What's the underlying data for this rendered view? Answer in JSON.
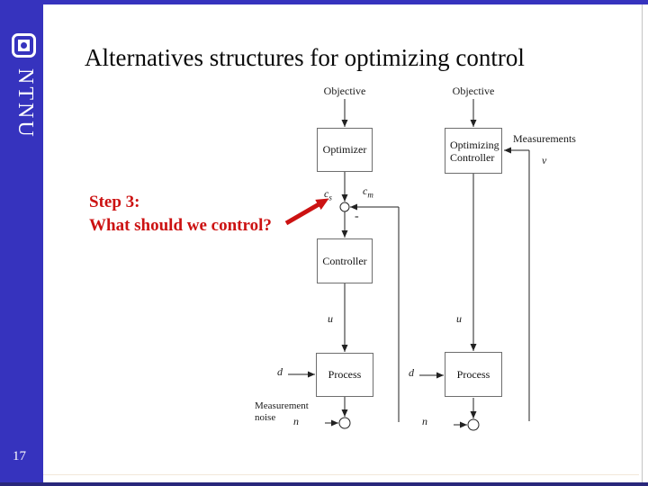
{
  "sidebar": {
    "logo_text": "NTNU",
    "page_number": "17"
  },
  "header": {
    "title": "Alternatives structures for optimizing control"
  },
  "annotation": {
    "line1": "Step 3:",
    "line2": "What should we control?"
  },
  "colors": {
    "sidebar_blue": "#3633be",
    "footer_navy": "#29277b",
    "accent_red": "#cc1212"
  },
  "diagram_left": {
    "objective_label": "Objective",
    "optimizer_box": "Optimizer",
    "setpoint_main": "c",
    "setpoint_sub": "s",
    "measured_main": "c",
    "measured_sub": "m",
    "minus_sign": "-",
    "controller_box": "Controller",
    "input_label": "u",
    "disturbance_label": "d",
    "process_box": "Process",
    "noise_caption_line1": "Measurement",
    "noise_caption_line2": "noise",
    "noise_label": "n"
  },
  "diagram_right": {
    "objective_label": "Objective",
    "controller_box_line1": "Optimizing",
    "controller_box_line2": "Controller",
    "measurements_label": "Measurements",
    "feedback_label": "v",
    "input_label": "u",
    "disturbance_label": "d",
    "process_box": "Process",
    "noise_label": "n"
  }
}
